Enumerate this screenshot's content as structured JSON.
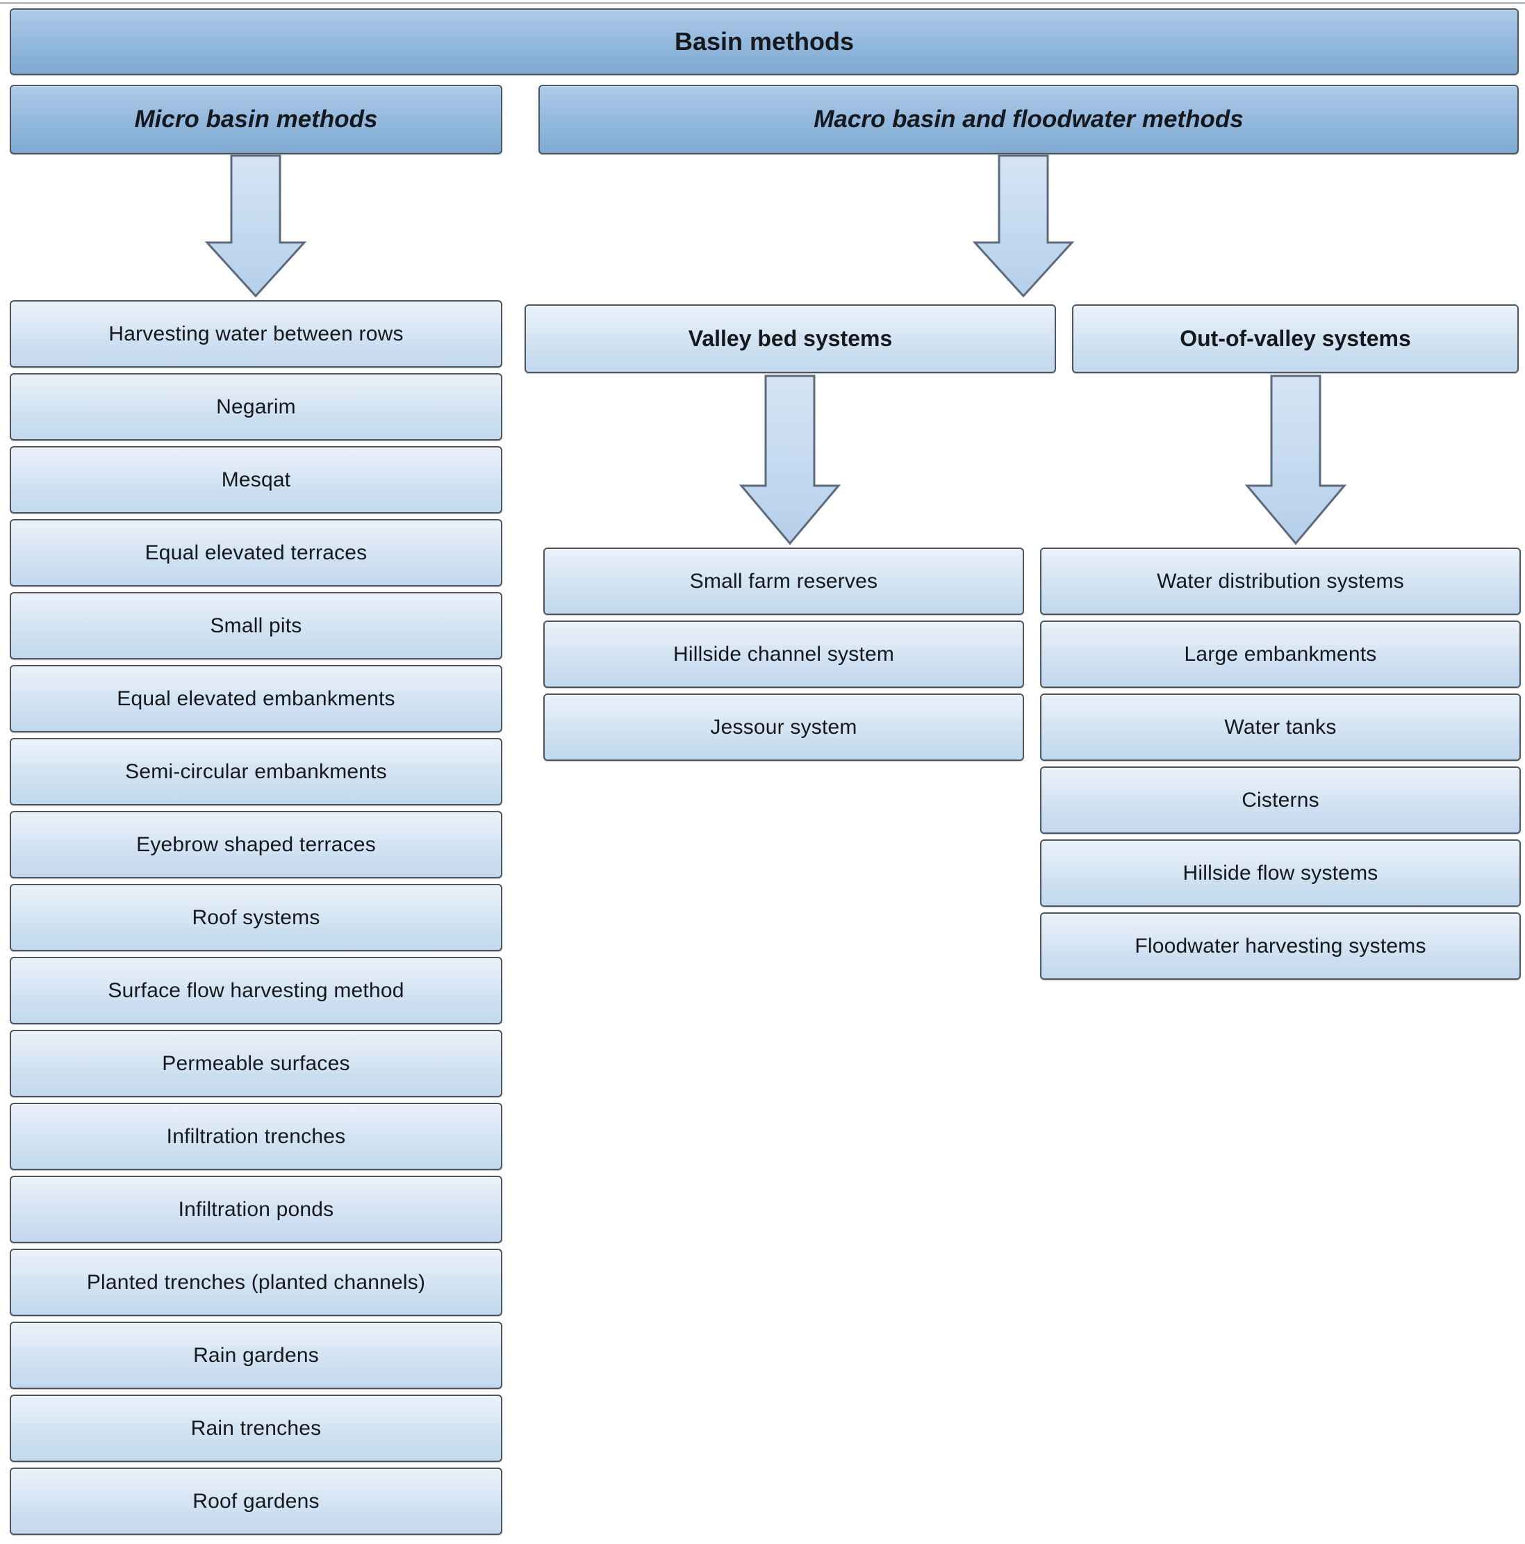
{
  "figure": {
    "title": "Basin methods",
    "micro": {
      "label": "Micro basin methods",
      "items": [
        "Harvesting water between rows",
        "Negarim",
        "Mesqat",
        "Equal elevated terraces",
        "Small pits",
        "Equal elevated embankments",
        "Semi-circular embankments",
        "Eyebrow shaped terraces",
        "Roof systems",
        "Surface flow harvesting method",
        "Permeable surfaces",
        "Infiltration trenches",
        "Infiltration ponds",
        "Planted trenches (planted channels)",
        "Rain gardens",
        "Rain trenches",
        "Roof gardens"
      ]
    },
    "macro": {
      "label": "Macro basin and floodwater methods",
      "valley": {
        "label": "Valley bed systems",
        "items": [
          "Small farm reserves",
          "Hillside channel system",
          "Jessour system"
        ]
      },
      "out_of_valley": {
        "label": "Out-of-valley systems",
        "items": [
          "Water distribution systems",
          "Large embankments",
          "Water tanks",
          "Cisterns",
          "Hillside flow systems",
          "Floodwater harvesting systems"
        ]
      }
    },
    "colors": {
      "header_gradient_top": "#adc9e7",
      "header_gradient_bottom": "#7fa9d3",
      "box_gradient_top": "#eaf1fa",
      "box_gradient_bottom": "#c2d8ee",
      "border": "#4d555e",
      "arrow_fill_top": "#d6e5f5",
      "arrow_fill_bottom": "#b5cfea",
      "arrow_stroke": "#5c6b7b",
      "text": "#15181c"
    }
  }
}
